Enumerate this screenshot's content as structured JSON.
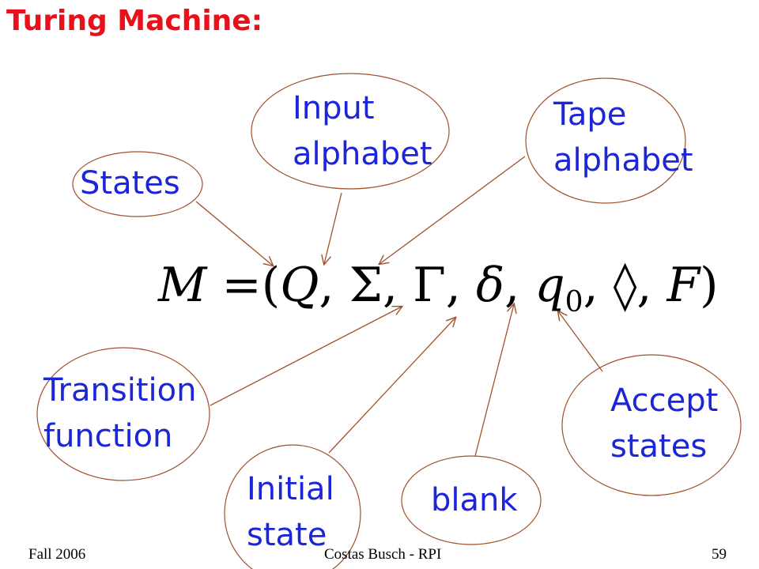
{
  "title": "Turing Machine:",
  "formula": {
    "lhs": "M",
    "equals": "=",
    "open": "(",
    "Q": "Q",
    "Sigma": "Σ",
    "Gamma": "Γ",
    "delta": "δ",
    "q0_base": "q",
    "q0_sub": "0",
    "blank": "◊",
    "F": "F",
    "close": ")",
    "sep": ","
  },
  "labels": {
    "states": [
      "States"
    ],
    "input_alphabet": [
      "Input",
      "alphabet"
    ],
    "tape_alphabet": [
      "Tape",
      "alphabet"
    ],
    "transition_function": [
      "Transition",
      "function"
    ],
    "initial_state": [
      "Initial",
      "state"
    ],
    "blank": [
      "blank"
    ],
    "accept_states": [
      "Accept",
      "states"
    ]
  },
  "colors": {
    "title": "#e8101a",
    "label_text": "#1c25d8",
    "ellipse_stroke": "#a0522d",
    "arrow": "#a0522d",
    "formula": "#000000"
  },
  "footer": {
    "left": "Fall 2006",
    "center": "Costas Busch - RPI",
    "right": "59"
  }
}
